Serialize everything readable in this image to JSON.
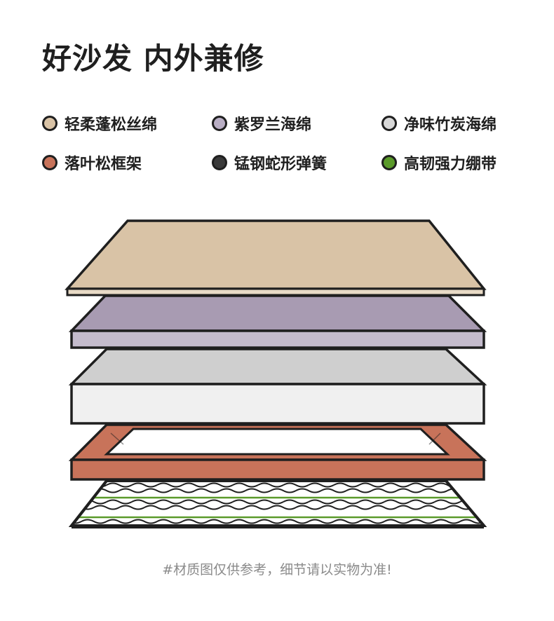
{
  "title": "好沙发 内外兼修",
  "legend": [
    {
      "label": "轻柔蓬松丝绵",
      "color": "#d9c3a6"
    },
    {
      "label": "紫罗兰海绵",
      "color": "#b9aec4"
    },
    {
      "label": "净味竹炭海绵",
      "color": "#d8d8d8"
    },
    {
      "label": "落叶松框架",
      "color": "#c8735a"
    },
    {
      "label": "锰钢蛇形弹簧",
      "color": "#3a3a3a"
    },
    {
      "label": "高韧强力绷带",
      "color": "#5a9a2a"
    }
  ],
  "note": "#材质图仅供参考，细节请以实物为准!"
}
